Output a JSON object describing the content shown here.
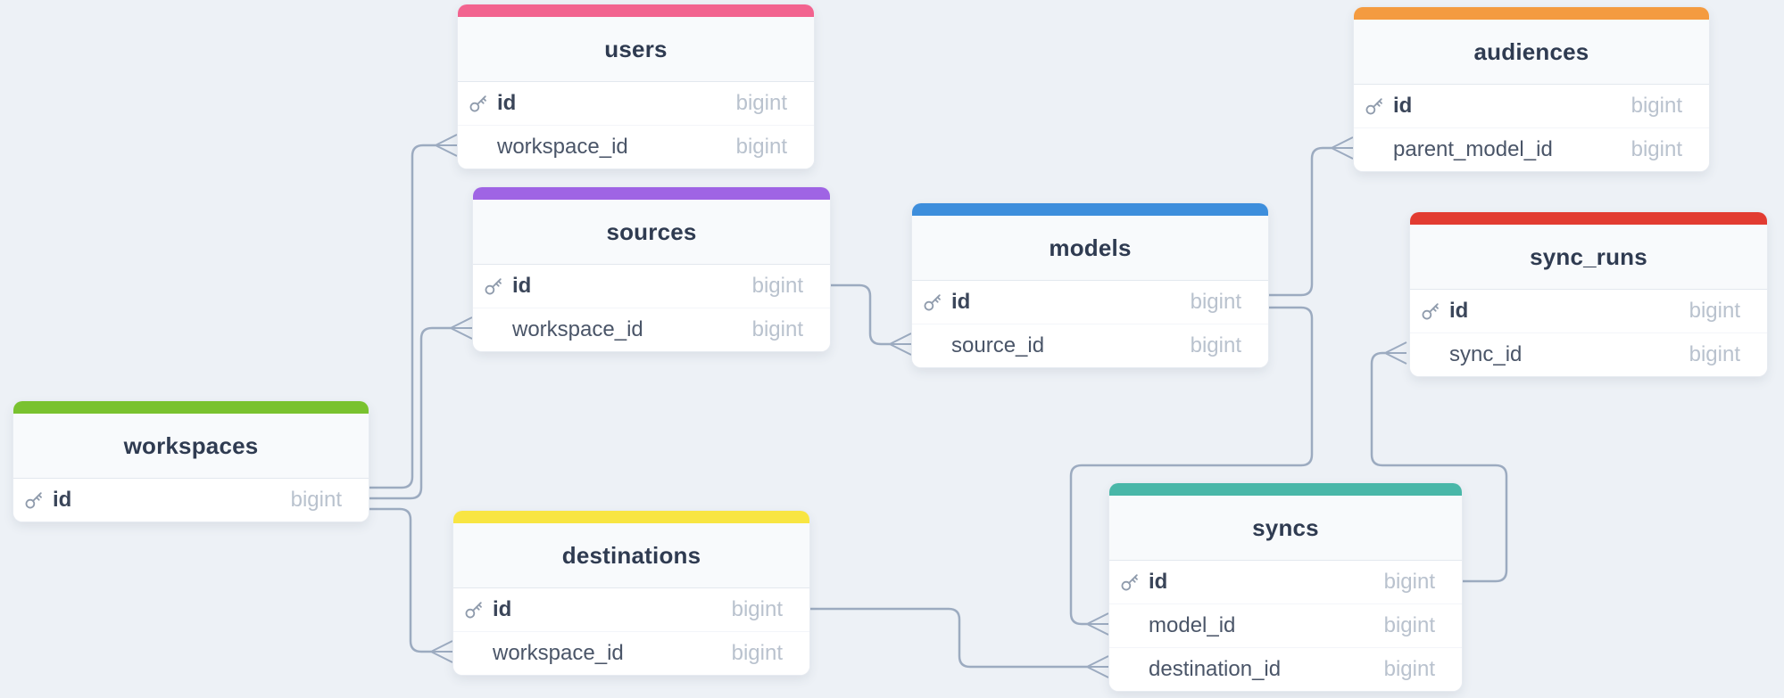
{
  "diagram": {
    "background_color": "#edf1f6",
    "connector_color": "#9cabc0",
    "header_background": "#f8fafc",
    "field_type_color": "#b9c2ce"
  },
  "tables": [
    {
      "name": "users",
      "color": "#f2638f",
      "fields": [
        {
          "name": "id",
          "type": "bigint",
          "primary_key": true
        },
        {
          "name": "workspace_id",
          "type": "bigint",
          "primary_key": false
        }
      ]
    },
    {
      "name": "sources",
      "color": "#9f64e4",
      "fields": [
        {
          "name": "id",
          "type": "bigint",
          "primary_key": true
        },
        {
          "name": "workspace_id",
          "type": "bigint",
          "primary_key": false
        }
      ]
    },
    {
      "name": "models",
      "color": "#3d8edc",
      "fields": [
        {
          "name": "id",
          "type": "bigint",
          "primary_key": true
        },
        {
          "name": "source_id",
          "type": "bigint",
          "primary_key": false
        }
      ]
    },
    {
      "name": "audiences",
      "color": "#f49b40",
      "fields": [
        {
          "name": "id",
          "type": "bigint",
          "primary_key": true
        },
        {
          "name": "parent_model_id",
          "type": "bigint",
          "primary_key": false
        }
      ]
    },
    {
      "name": "sync_runs",
      "color": "#e23b31",
      "fields": [
        {
          "name": "id",
          "type": "bigint",
          "primary_key": true
        },
        {
          "name": "sync_id",
          "type": "bigint",
          "primary_key": false
        }
      ]
    },
    {
      "name": "workspaces",
      "color": "#79c22f",
      "fields": [
        {
          "name": "id",
          "type": "bigint",
          "primary_key": true
        }
      ]
    },
    {
      "name": "destinations",
      "color": "#f8e542",
      "fields": [
        {
          "name": "id",
          "type": "bigint",
          "primary_key": true
        },
        {
          "name": "workspace_id",
          "type": "bigint",
          "primary_key": false
        }
      ]
    },
    {
      "name": "syncs",
      "color": "#49b7a8",
      "fields": [
        {
          "name": "id",
          "type": "bigint",
          "primary_key": true
        },
        {
          "name": "model_id",
          "type": "bigint",
          "primary_key": false
        },
        {
          "name": "destination_id",
          "type": "bigint",
          "primary_key": false
        }
      ]
    }
  ],
  "relationships": [
    {
      "from": "workspaces.id",
      "to": "users.workspace_id"
    },
    {
      "from": "workspaces.id",
      "to": "sources.workspace_id"
    },
    {
      "from": "workspaces.id",
      "to": "destinations.workspace_id"
    },
    {
      "from": "sources.id",
      "to": "models.source_id"
    },
    {
      "from": "models.id",
      "to": "audiences.parent_model_id"
    },
    {
      "from": "models.id",
      "to": "syncs.model_id"
    },
    {
      "from": "destinations.id",
      "to": "syncs.destination_id"
    },
    {
      "from": "syncs.id",
      "to": "sync_runs.sync_id"
    }
  ]
}
